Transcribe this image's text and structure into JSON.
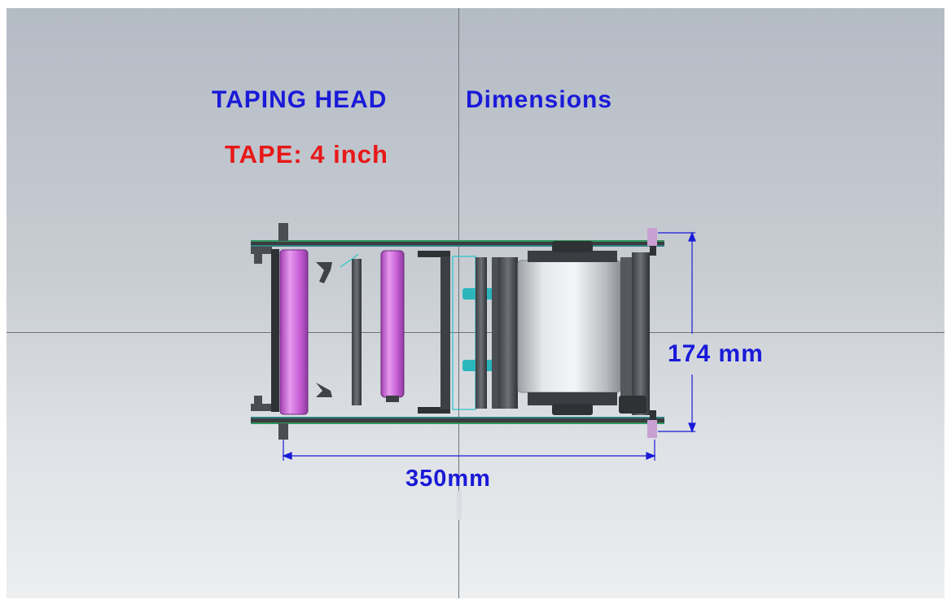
{
  "title": {
    "part1": "TAPING HEAD",
    "part2": "Dimensions"
  },
  "tape_label": "TAPE: 4 inch",
  "dimensions": {
    "width_label": "350mm",
    "height_label": "174 mm"
  },
  "colors": {
    "title": "#1a1ad8",
    "tape_label": "#e81818",
    "dimension_lines": "#1a1ad8",
    "roller": "#c05ccf",
    "frame_edge": "#2fb36a",
    "accent": "#27c3c8"
  }
}
